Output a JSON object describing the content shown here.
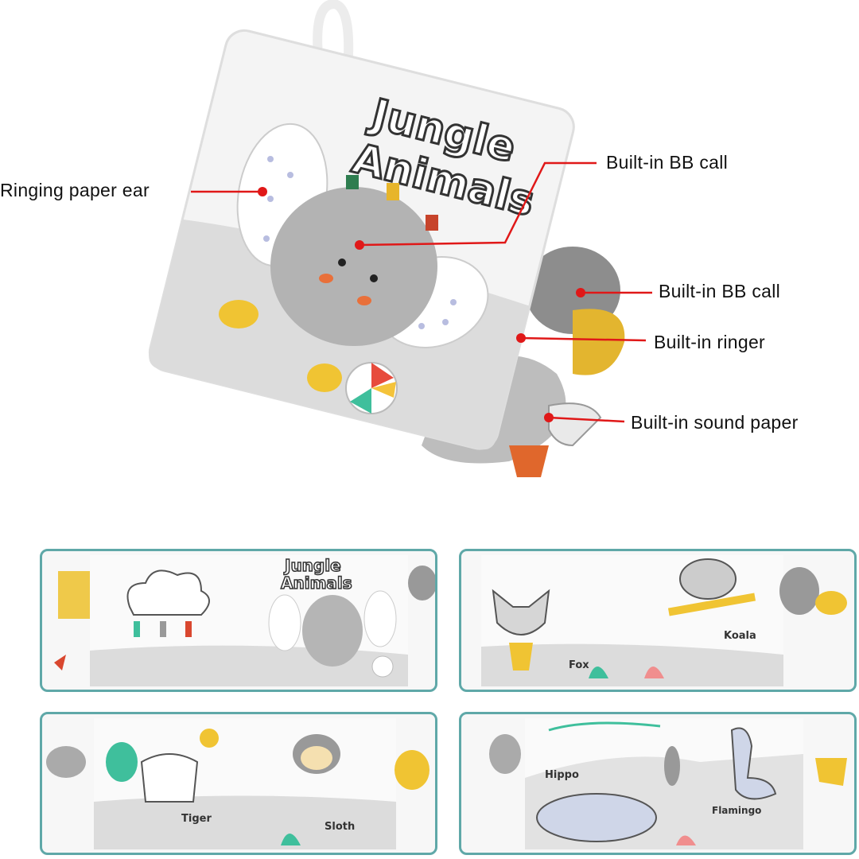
{
  "callouts": {
    "ear": "Ringing paper ear",
    "bb_call_1": "Built-in BB call",
    "bb_call_2": "Built-in BB call",
    "ringer": "Built-in ringer",
    "sound_paper": "Built-in sound paper"
  },
  "book": {
    "title_line1": "Jungle",
    "title_line2": "Animals"
  },
  "panels": [
    {
      "title_line1": "Jungle",
      "title_line2": "Animals"
    },
    {
      "animals": [
        "Fox",
        "Koala"
      ]
    },
    {
      "animals": [
        "Tiger",
        "Sloth"
      ]
    },
    {
      "animals": [
        "Hippo",
        "Flamingo"
      ]
    }
  ],
  "colors": {
    "callout_line": "#e01818",
    "panel_border": "#5fa8a8"
  }
}
